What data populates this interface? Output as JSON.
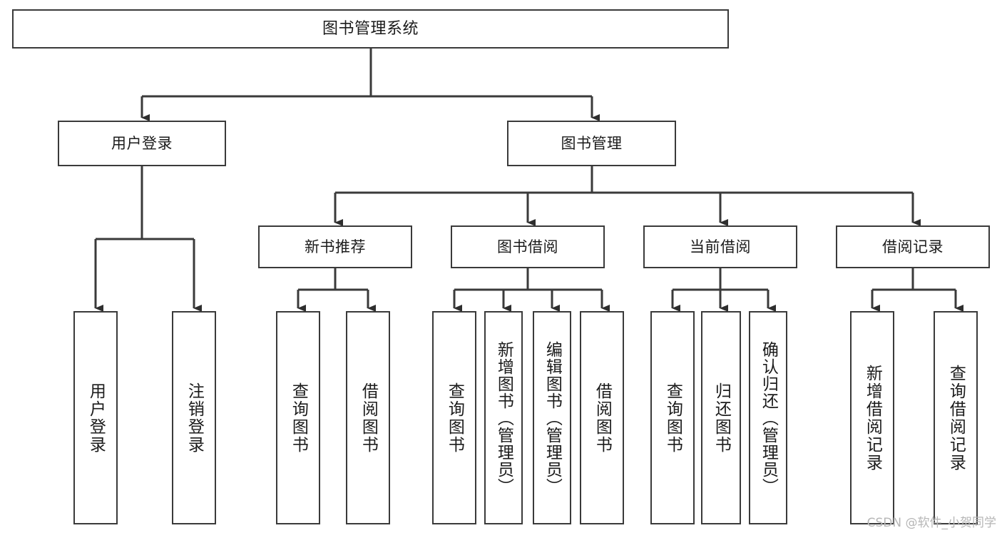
{
  "diagram": {
    "title": "图书管理系统",
    "type": "hierarchy-tree",
    "line_color": "#3a3a3a",
    "box_fill": "#ffffff",
    "text_color": "#1b1b1b"
  },
  "root": {
    "label": "图书管理系统"
  },
  "level2": [
    {
      "label": "用户登录"
    },
    {
      "label": "图书管理"
    }
  ],
  "level3": [
    {
      "label": "新书推荐"
    },
    {
      "label": "图书借阅"
    },
    {
      "label": "当前借阅"
    },
    {
      "label": "借阅记录"
    }
  ],
  "leaves": {
    "user_login": [
      {
        "label": "用户登录"
      },
      {
        "label": "注销登录"
      }
    ],
    "new_book_recommend": [
      {
        "label": "查询图书"
      },
      {
        "label": "借阅图书"
      }
    ],
    "book_borrow": [
      {
        "label": "查询图书"
      },
      {
        "label": "新增图书（管理员）"
      },
      {
        "label": "编辑图书（管理员）"
      },
      {
        "label": "借阅图书"
      }
    ],
    "current_borrow": [
      {
        "label": "查询图书"
      },
      {
        "label": "归还图书"
      },
      {
        "label": "确认归还（管理员）"
      }
    ],
    "borrow_record": [
      {
        "label": "新增借阅记录"
      },
      {
        "label": "查询借阅记录"
      }
    ]
  },
  "watermark": {
    "text": "CSDN @软件_小贺同学"
  }
}
